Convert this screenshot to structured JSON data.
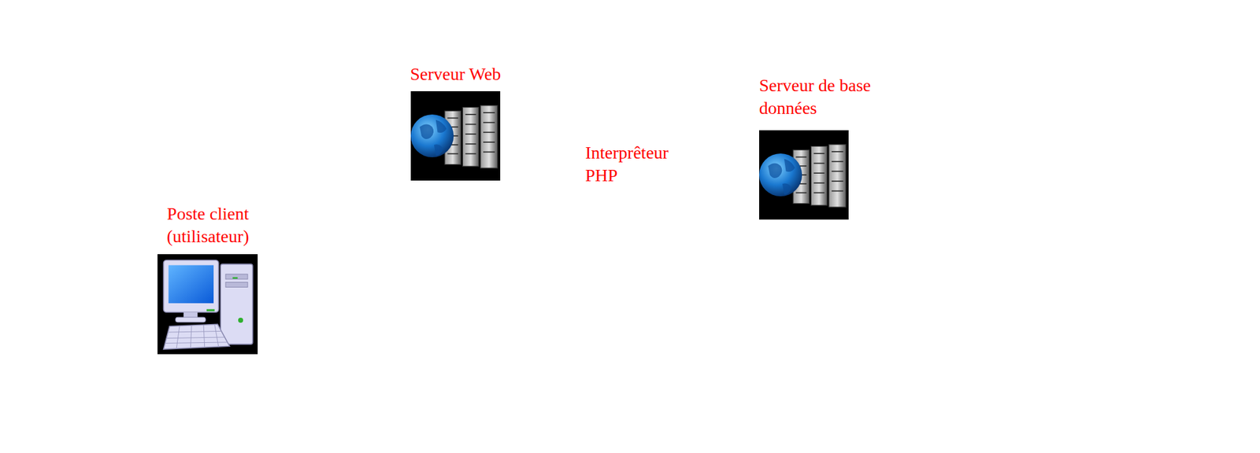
{
  "diagram": {
    "nodes": [
      {
        "text": [
          "Poste client (utilisateur)"
        ]
      },
      {
        "text": [
          "Serveur Web"
        ]
      },
      {
        "text": [
          "Serveur de base données"
        ]
      }
    ],
    "labels": [
      "Interprêteur PHP"
    ]
  }
}
